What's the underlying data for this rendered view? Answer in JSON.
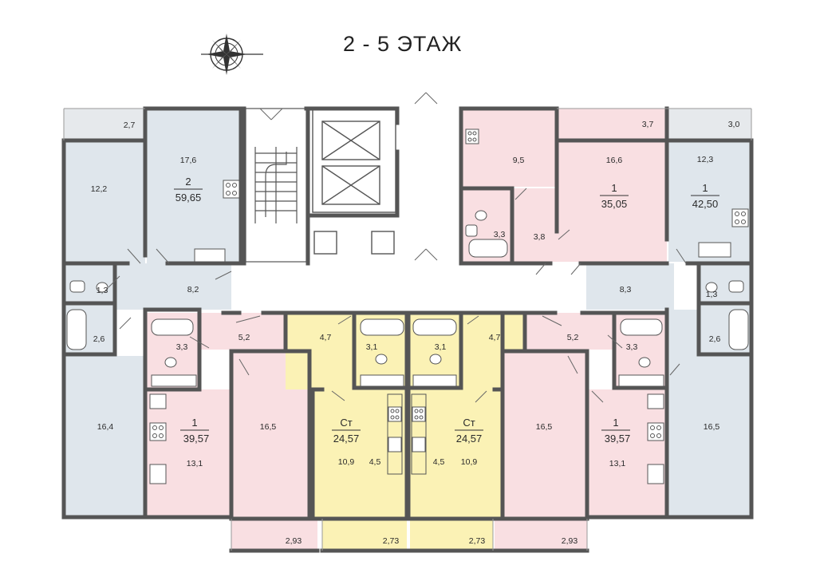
{
  "floor_title": "2 - 5 ЭТАЖ",
  "colors": {
    "two_room": "#dfe6ec",
    "one_room_pink": "#f9dfe2",
    "studio_yellow": "#fbf2b5",
    "wall": "#555555",
    "corridor": "#ffffff",
    "balcony_grey": "#e6e9ec"
  },
  "apartments": {
    "two_room_nw": {
      "type": "2",
      "total": "59,65"
    },
    "one_room_n_center": {
      "type": "1",
      "total": "35,05"
    },
    "one_room_ne": {
      "type": "1",
      "total": "42,50"
    },
    "one_room_sw": {
      "type": "1",
      "total": "39,57"
    },
    "studio_left": {
      "type": "Ст",
      "total": "24,57"
    },
    "studio_right": {
      "type": "Ст",
      "total": "24,57"
    },
    "one_room_se": {
      "type": "1",
      "total": "39,57"
    }
  },
  "rooms": {
    "nw_balcony": "2,7",
    "nw_bedroom": "12,2",
    "nw_kitchen": "17,6",
    "nw_wc": "1,3",
    "nw_bath": "2,6",
    "nw_hall": "8,2",
    "w_living": "16,4",
    "n_kitchen": "9,5",
    "n_bath": "3,3",
    "n_hall": "3,8",
    "n_balcony": "3,7",
    "n_living": "16,6",
    "ne_balcony": "3,0",
    "ne_kitchen": "12,3",
    "ne_hall": "8,3",
    "ne_wc": "1,3",
    "ne_bath": "2,6",
    "sw_bath": "3,3",
    "sw_hall": "5,2",
    "sw_kitchen": "13,1",
    "sw_living": "16,5",
    "sw_balcony": "2,93",
    "stl_hall": "4,7",
    "stl_bath": "3,1",
    "stl_room": "10,9",
    "stl_kitchen": "4,5",
    "stl_balcony": "2,73",
    "str_bath": "3,1",
    "str_hall": "4,7",
    "str_kitchen": "4,5",
    "str_room": "10,9",
    "str_balcony": "2,73",
    "se_hall": "5,2",
    "se_bath": "3,3",
    "se_kitchen": "13,1",
    "se_living_left": "16,5",
    "se_balcony": "2,93",
    "e_living": "16,5"
  }
}
